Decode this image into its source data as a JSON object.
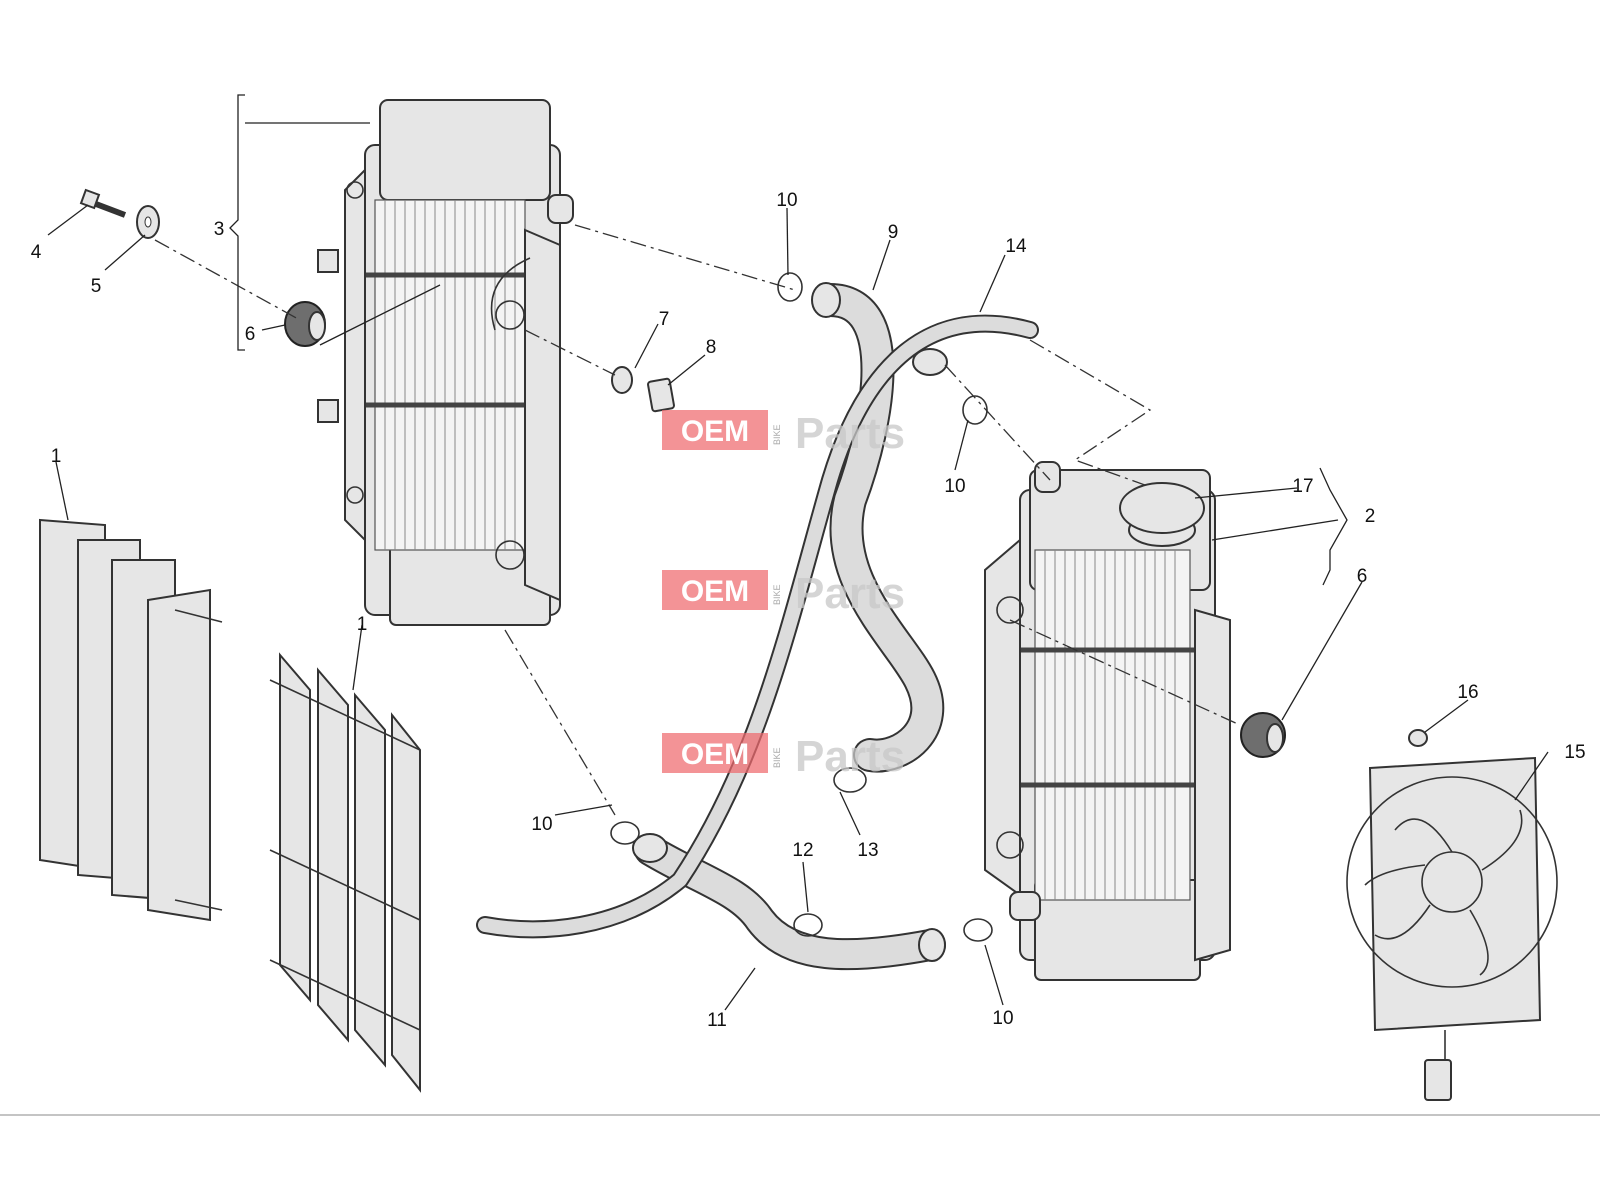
{
  "callouts": {
    "c1a": "1",
    "c1b": "1",
    "c2": "2",
    "c3": "3",
    "c4": "4",
    "c5": "5",
    "c6a": "6",
    "c6b": "6",
    "c7": "7",
    "c8": "8",
    "c9": "9",
    "c10a": "10",
    "c10b": "10",
    "c10c": "10",
    "c10d": "10",
    "c11": "11",
    "c12": "12",
    "c13": "13",
    "c14": "14",
    "c15": "15",
    "c16": "16",
    "c17": "17"
  },
  "watermark": {
    "oem": "OEM",
    "bike": "BIKE",
    "parts": "Parts"
  },
  "colors": {
    "watermark_red": "#ee6a6d",
    "line": "#333333",
    "part_fill": "#e6e6e6",
    "bushing_fill": "#6e6e6e"
  },
  "icons": [
    "radiator-icon",
    "fan-icon",
    "hose-icon",
    "clamp-icon",
    "louver-icon"
  ]
}
